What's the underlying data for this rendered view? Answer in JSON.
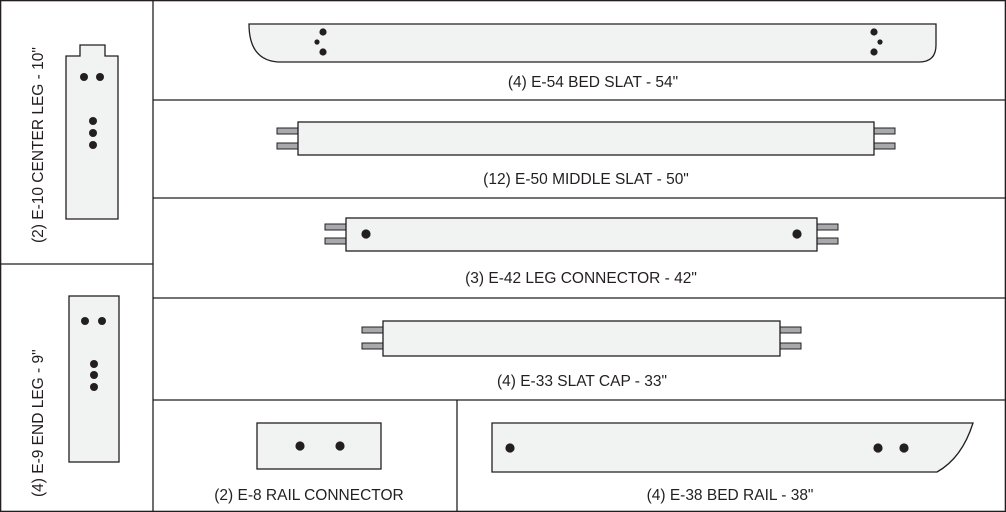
{
  "title": "",
  "parts": {
    "center_leg": {
      "caption": "(2)  E-10 CENTER  LEG - 10\""
    },
    "end_leg": {
      "caption": "(4)  E-9 END LEG - 9\""
    },
    "bed_slat": {
      "caption": "(4)  E-54 BED SLAT - 54\""
    },
    "middle_slat": {
      "caption": "(12)  E-50 MIDDLE SLAT - 50\""
    },
    "leg_connector": {
      "caption": "(3)  E-42 LEG CONNECTOR - 42\""
    },
    "slat_cap": {
      "caption": "(4)  E-33 SLAT CAP - 33\""
    },
    "rail_connector": {
      "caption": "(2)  E-8  RAIL CONNECTOR"
    },
    "bed_rail": {
      "caption": "(4)  E-38 BED RAIL - 38\""
    }
  },
  "colors": {
    "line": "#231f20",
    "part_fill": "#f1f2f2",
    "tenon_fill": "#a7a9ac",
    "hole": "#231f20"
  }
}
